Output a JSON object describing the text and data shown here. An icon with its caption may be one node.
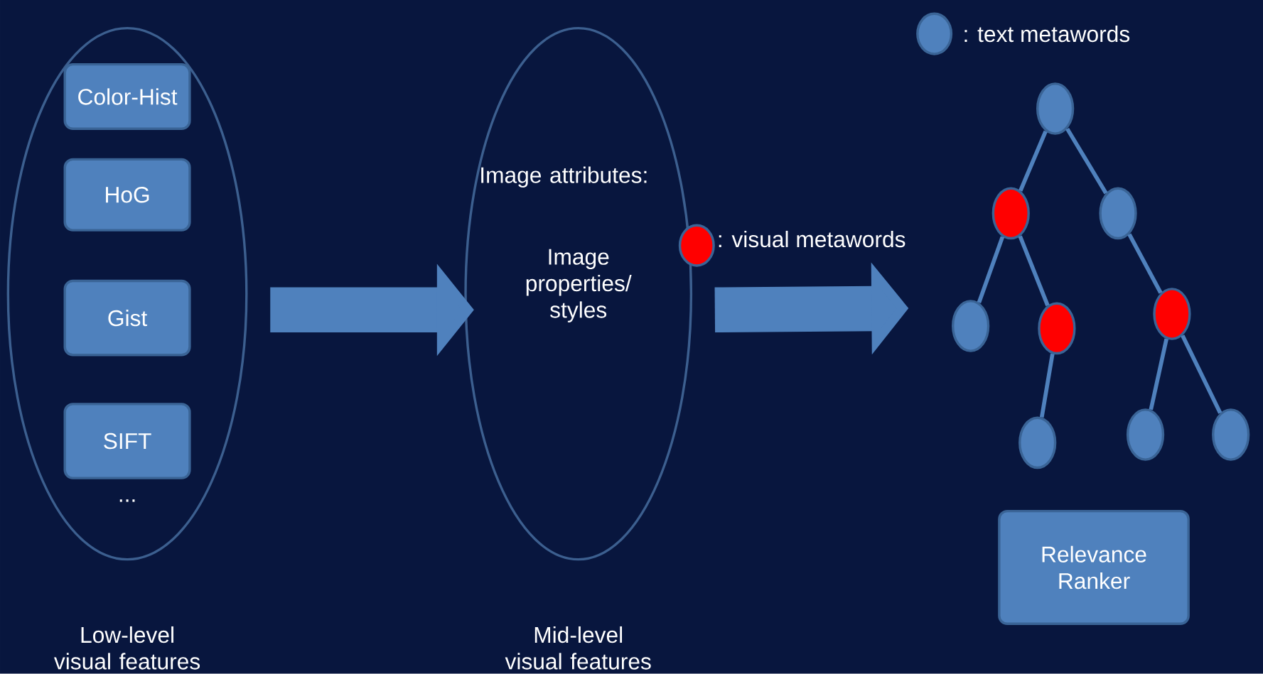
{
  "diagram": {
    "nodes": [
      {
        "text": [
          "Low-level visual features"
        ]
      },
      {
        "text": [
          "Color-Hist"
        ],
        "in": 0
      },
      {
        "text": [
          "HoG"
        ],
        "in": 0
      },
      {
        "text": [
          "Gist"
        ],
        "in": 0
      },
      {
        "text": [
          "SIFT"
        ],
        "in": 0
      },
      {
        "text": [
          "Image attributes:",
          "Image properties/ styles",
          "Mid-level visual features"
        ]
      },
      {
        "text": [],
        "shape": "circle"
      },
      {
        "text": [],
        "shape": "circle"
      },
      {
        "text": [],
        "shape": "circle"
      },
      {
        "text": [],
        "shape": "circle"
      },
      {
        "text": [],
        "shape": "circle"
      },
      {
        "text": [],
        "shape": "circle"
      },
      {
        "text": [],
        "shape": "circle"
      },
      {
        "text": [],
        "shape": "circle"
      },
      {
        "text": [],
        "shape": "circle"
      },
      {
        "text": [
          "Relevance Ranker"
        ]
      }
    ],
    "edges": [
      {
        "from": 0,
        "to": 5,
        "arrow": "to",
        "style": "thick"
      },
      {
        "from": 5,
        "to": null,
        "arrow": "to",
        "style": "thick"
      },
      {
        "from": 6,
        "to": 7,
        "arrow": "none"
      },
      {
        "from": 6,
        "to": 8,
        "arrow": "none"
      },
      {
        "from": 7,
        "to": 9,
        "arrow": "none"
      },
      {
        "from": 7,
        "to": 10,
        "arrow": "none"
      },
      {
        "from": 10,
        "to": 12,
        "arrow": "none"
      },
      {
        "from": 8,
        "to": 11,
        "arrow": "none"
      },
      {
        "from": 11,
        "to": 13,
        "arrow": "none"
      },
      {
        "from": 11,
        "to": 14,
        "arrow": "none"
      }
    ],
    "labels": [
      "..."
    ],
    "legend": [
      {
        "text": ": text metawords",
        "color": "#4f81bd"
      },
      {
        "text": ": visual metawords",
        "color": "#ff0000"
      }
    ]
  }
}
